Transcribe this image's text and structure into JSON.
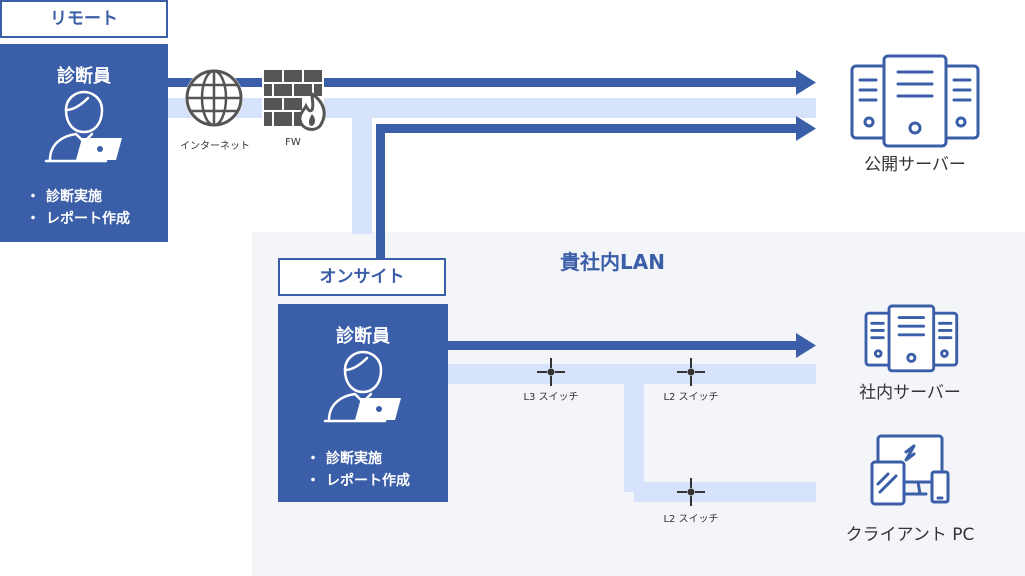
{
  "remote": {
    "tag": "リモート",
    "title": "診断員",
    "tasks": [
      "診断実施",
      "レポート作成"
    ]
  },
  "onsite": {
    "tag": "オンサイト",
    "title": "診断員",
    "tasks": [
      "診断実施",
      "レポート作成"
    ]
  },
  "internet_label": "インターネット",
  "fw_label": "FW",
  "lan_label": "貴社内LAN",
  "public_server_label": "公開サーバー",
  "internal_server_label": "社内サーバー",
  "client_pc_label": "クライアント PC",
  "switches": {
    "l3": "L3 スイッチ",
    "l2a": "L2 スイッチ",
    "l2b": "L2 スイッチ"
  },
  "colors": {
    "primary": "#3a5ea8",
    "light_line": "#d6e3fb",
    "lan_bg": "#f3f5f9"
  },
  "icons": [
    "person-icon",
    "laptop-icon",
    "globe-icon",
    "firewall-icon",
    "server-icon",
    "switch-icon",
    "devices-icon"
  ]
}
